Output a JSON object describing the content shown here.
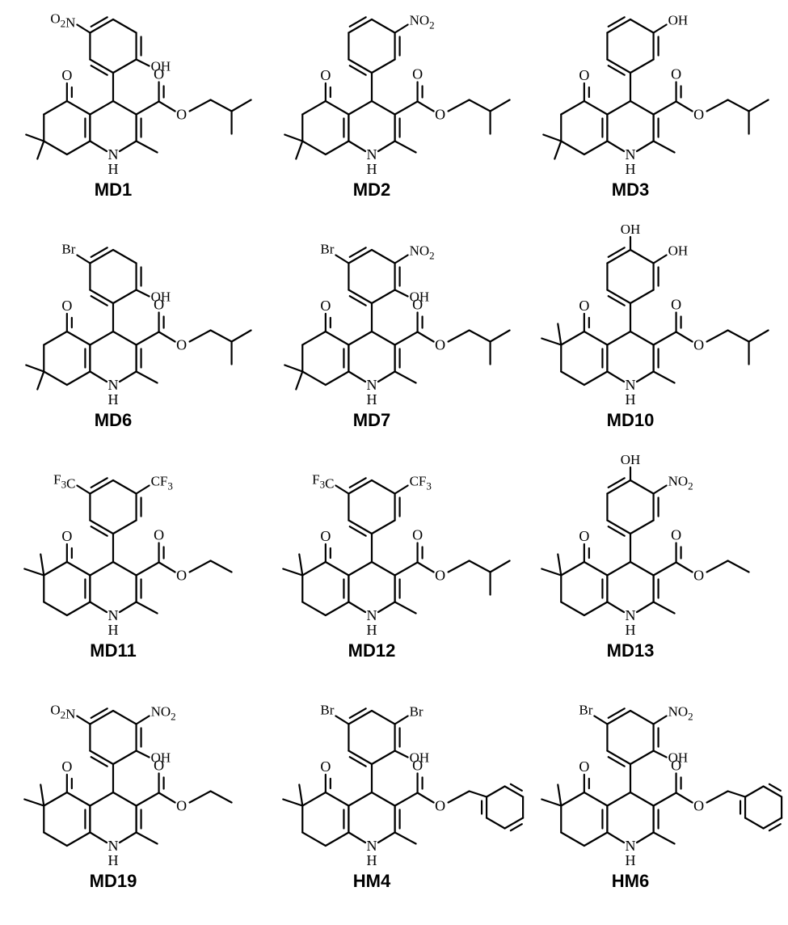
{
  "compounds": [
    {
      "name": "MD1",
      "labels": {
        "top": "O2N",
        "ortho": "OH",
        "right": "",
        "left": ""
      },
      "top_pos": "left",
      "ring_pos": "three",
      "ester": "isobutyl",
      "gem": "ring"
    },
    {
      "name": "MD2",
      "labels": {
        "top": "NO2",
        "ortho": "",
        "right": "",
        "left": ""
      },
      "top_pos": "right",
      "ester": "isobutyl",
      "gem": "ring"
    },
    {
      "name": "MD3",
      "labels": {
        "top": "OH",
        "ortho": "",
        "right": "",
        "left": ""
      },
      "top_pos": "right",
      "ester": "isobutyl",
      "gem": "ring"
    },
    {
      "name": "MD6",
      "labels": {
        "top": "Br",
        "ortho": "OH",
        "right": "",
        "left": ""
      },
      "top_pos": "left",
      "ester": "isobutyl",
      "gem": "ring"
    },
    {
      "name": "MD7",
      "labels": {
        "top": "Br",
        "ortho": "OH",
        "right": "NO2",
        "left": ""
      },
      "top_pos": "both",
      "ester": "isobutyl",
      "gem": "ring"
    },
    {
      "name": "MD10",
      "labels": {
        "top": "OH",
        "ortho": "",
        "right": "OH",
        "left": ""
      },
      "top_pos": "catechol",
      "ester": "isobutyl",
      "gem": "ketone"
    },
    {
      "name": "MD11",
      "labels": {
        "top": "F3C",
        "ortho": "",
        "right": "CF3",
        "left": ""
      },
      "top_pos": "both",
      "ester": "ethyl",
      "gem": "ketone"
    },
    {
      "name": "MD12",
      "labels": {
        "top": "F3C",
        "ortho": "",
        "right": "CF3",
        "left": ""
      },
      "top_pos": "both",
      "ester": "isobutyl",
      "gem": "ketone"
    },
    {
      "name": "MD13",
      "labels": {
        "top": "OH",
        "ortho": "",
        "right": "NO2",
        "left": ""
      },
      "top_pos": "catechol",
      "ester": "ethyl",
      "gem": "ketone"
    },
    {
      "name": "MD19",
      "labels": {
        "top": "O2N",
        "ortho": "OH",
        "right": "NO2",
        "left": ""
      },
      "top_pos": "both",
      "ester": "ethyl",
      "gem": "ketone"
    },
    {
      "name": "HM4",
      "labels": {
        "top": "Br",
        "ortho": "OH",
        "right": "Br",
        "left": ""
      },
      "top_pos": "both",
      "ester": "benzyl",
      "gem": "ketone"
    },
    {
      "name": "HM6",
      "labels": {
        "top": "Br",
        "ortho": "OH",
        "right": "NO2",
        "left": ""
      },
      "top_pos": "both",
      "ester": "benzyl",
      "gem": "ketone"
    }
  ],
  "common": {
    "ketone_o": "O",
    "ester_o": "O",
    "nh_n": "N",
    "nh_h": "H"
  }
}
